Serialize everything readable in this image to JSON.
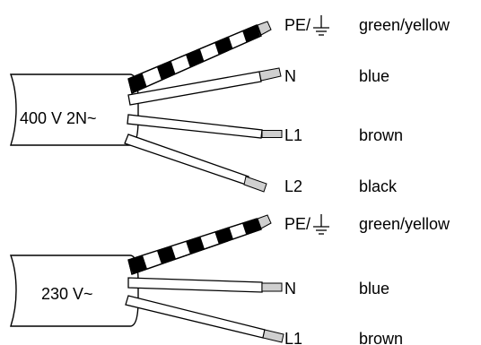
{
  "diagrams": [
    {
      "cable_label": "400 V 2N~",
      "conductors": [
        {
          "name": "PE/",
          "earth_symbol": true,
          "colour": "green/yellow",
          "striped": true
        },
        {
          "name": "N",
          "earth_symbol": false,
          "colour": "blue",
          "striped": false
        },
        {
          "name": "L1",
          "earth_symbol": false,
          "colour": "brown",
          "striped": false
        },
        {
          "name": "L2",
          "earth_symbol": false,
          "colour": "black",
          "striped": false
        }
      ]
    },
    {
      "cable_label": "230 V~",
      "conductors": [
        {
          "name": "PE/",
          "earth_symbol": true,
          "colour": "green/yellow",
          "striped": true
        },
        {
          "name": "N",
          "earth_symbol": false,
          "colour": "blue",
          "striped": false
        },
        {
          "name": "L1",
          "earth_symbol": false,
          "colour": "brown",
          "striped": false
        }
      ]
    }
  ]
}
